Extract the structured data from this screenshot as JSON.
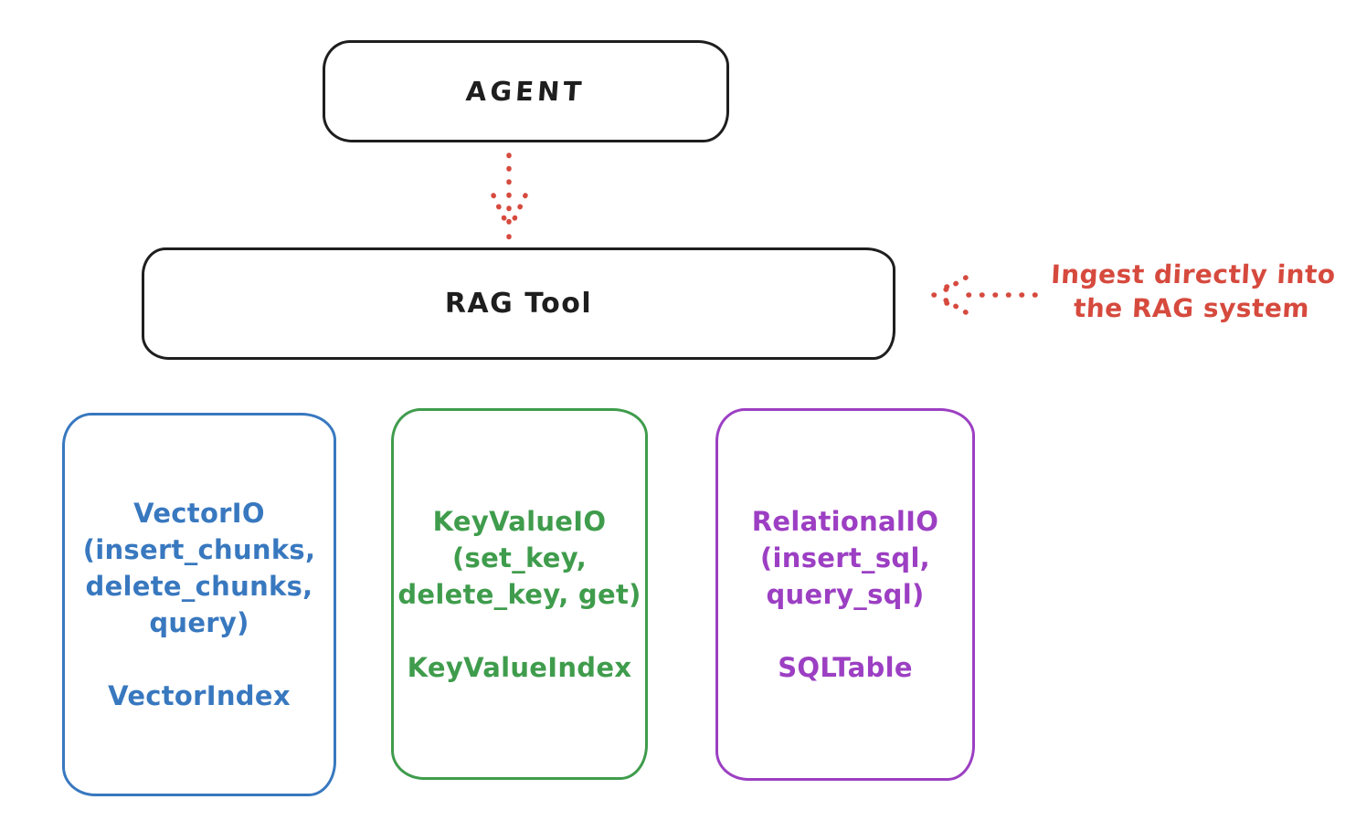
{
  "diagram": {
    "agent_box": {
      "label": "AGENT"
    },
    "rag_tool_box": {
      "label": "RAG Tool"
    },
    "annotation": {
      "line1": "Ingest directly into",
      "line2": "the RAG system",
      "color": "#d64a3e"
    },
    "arrows": {
      "agent_to_rag": "dotted red arrow pointing down from AGENT to RAG Tool",
      "annotation_to_rag": "dotted red arrow pointing left from annotation to RAG Tool",
      "color": "#d64a3e"
    },
    "storage_boxes": [
      {
        "id": "vector-io",
        "color": "#3878bf",
        "lines": [
          "VectorIO",
          "(insert_chunks,",
          "delete_chunks,",
          "query)"
        ],
        "index_label": "VectorIndex"
      },
      {
        "id": "key-value-io",
        "color": "#3f9c4c",
        "lines": [
          "KeyValueIO",
          "(set_key,",
          "delete_key, get)"
        ],
        "index_label": "KeyValueIndex"
      },
      {
        "id": "relational-io",
        "color": "#9c3fc3",
        "lines": [
          "RelationalIO",
          "(insert_sql,",
          "query_sql)"
        ],
        "index_label": "SQLTable"
      }
    ],
    "colors": {
      "stroke": "#1e1e1e"
    }
  }
}
